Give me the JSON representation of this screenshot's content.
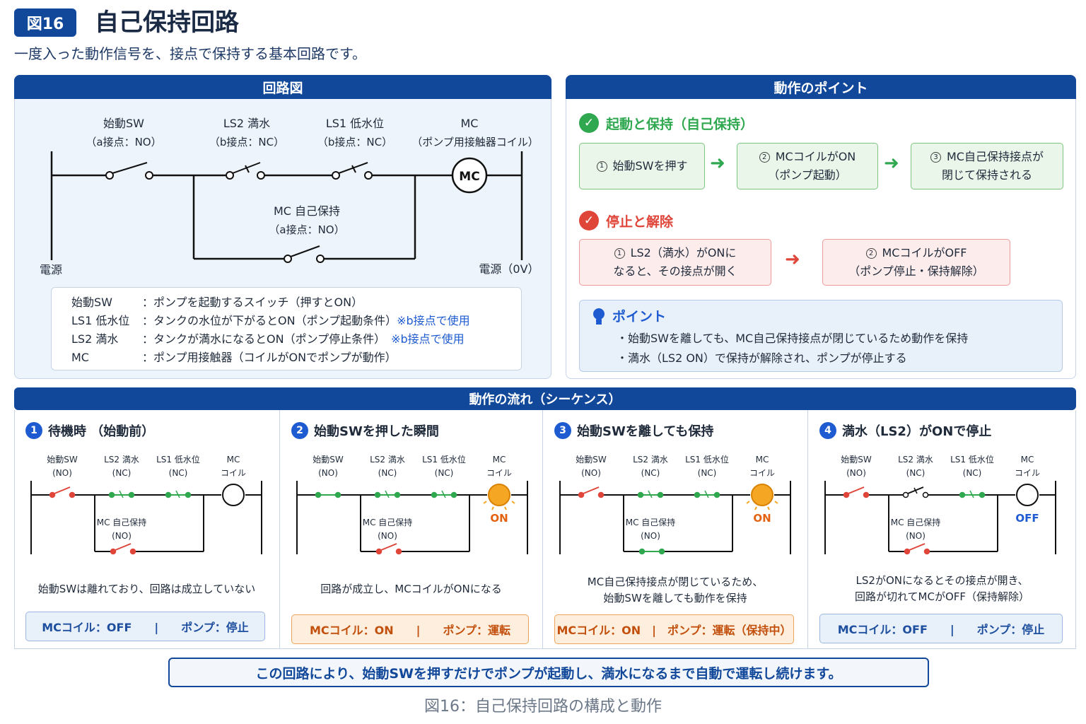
{
  "header": {
    "badge": "図16",
    "title": "自己保持回路",
    "subtitle": "一度入った動作信号を、接点で保持する基本回路です。"
  },
  "circuit": {
    "panel_title": "回路図",
    "labels": {
      "start_sw": "始動SW",
      "start_sw_sub": "（a接点：NO）",
      "ls2": "LS2 満水",
      "ls2_sub": "（b接点：NC）",
      "ls1": "LS1 低水位",
      "ls1_sub": "（b接点：NC）",
      "mc": "MC",
      "mc_sub": "（ポンプ用接触器コイル）",
      "mc_coil": "MC",
      "self_hold": "MC 自己保持",
      "self_hold_sub": "（a接点：NO）",
      "power_left": "電源",
      "power_right": "電源（0V）"
    },
    "legend": [
      {
        "term": "始動SW",
        "desc": "：ポンプを起動するスイッチ（押すとON）",
        "note": ""
      },
      {
        "term": "LS1 低水位",
        "desc": "：タンクの水位が下がるとON（ポンプ起動条件）",
        "note": "※b接点で使用"
      },
      {
        "term": "LS2 満水",
        "desc": "：タンクが満水になるとON（ポンプ停止条件）",
        "note": "※b接点で使用"
      },
      {
        "term": "MC",
        "desc": "：ポンプ用接触器（コイルがONでポンプが動作）",
        "note": ""
      }
    ]
  },
  "action": {
    "panel_title": "動作のポイント",
    "start_title": "起動と保持（自己保持）",
    "start_steps": [
      {
        "num": "1",
        "line1": "始動SWを押す",
        "line2": ""
      },
      {
        "num": "2",
        "line1": "MCコイルがON",
        "line2": "（ポンプ起動）"
      },
      {
        "num": "3",
        "line1": "MC自己保持接点が",
        "line2": "閉じて保持される"
      }
    ],
    "stop_title": "停止と解除",
    "stop_steps": [
      {
        "num": "1",
        "line1": "LS2（満水）がONに",
        "line2": "なると、その接点が開く"
      },
      {
        "num": "2",
        "line1": "MCコイルがOFF",
        "line2": "（ポンプ停止・保持解除）"
      }
    ],
    "point_title": "ポイント",
    "points": [
      "・始動SWを離しても、MC自己保持接点が閉じているため動作を保持",
      "・満水（LS2 ON）で保持が解除され、ポンプが停止する"
    ]
  },
  "sequence": {
    "title": "動作の流れ（シーケンス）",
    "mini_labels": {
      "sw": "始動SW",
      "sw_sub": "(NO)",
      "ls2": "LS2 満水",
      "ls2_sub": "(NC)",
      "ls1": "LS1 低水位",
      "ls1_sub": "(NC)",
      "mc": "MC",
      "mc_sub": "コイル",
      "hold": "MC 自己保持",
      "hold_sub": "(NO)"
    },
    "steps": [
      {
        "num": "1",
        "title": "待機時 （始動前）",
        "coil_label": "",
        "desc": [
          "始動SWは離れており、回路は成立していない"
        ],
        "status": "MCコイル：OFF　　|　　ポンプ：停止"
      },
      {
        "num": "2",
        "title": "始動SWを押した瞬間",
        "coil_label": "ON",
        "desc": [
          "回路が成立し、MCコイルがONになる"
        ],
        "status": "MCコイル：ON　　|　　ポンプ：運転"
      },
      {
        "num": "3",
        "title": "始動SWを離しても保持",
        "coil_label": "ON",
        "desc": [
          "MC自己保持接点が閉じているため、",
          "始動SWを離しても動作を保持"
        ],
        "status": "MCコイル：ON　|　ポンプ：運転（保持中）"
      },
      {
        "num": "4",
        "title": "満水（LS2）がONで停止",
        "coil_label": "OFF",
        "desc": [
          "LS2がONになるとその接点が開き、",
          "回路が切れてMCがOFF（保持解除）"
        ],
        "status": "MCコイル：OFF　　|　　ポンプ：停止"
      }
    ]
  },
  "summary": "この回路により、始動SWを押すだけでポンプが起動し、満水になるまで自動で運転し続けます。",
  "caption": "図16：自己保持回路の構成と動作",
  "colors": {
    "navy": "#11489a",
    "green": "#2fa84f",
    "red": "#e0453a",
    "orange": "#f5a623",
    "blue": "#1e5bd0"
  }
}
